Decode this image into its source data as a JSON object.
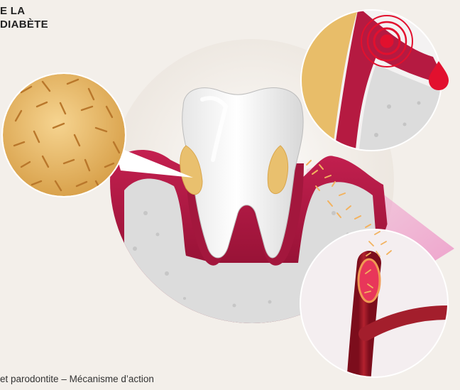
{
  "title": {
    "line1": "E LA",
    "line2": " DIABÈTE"
  },
  "caption": "et parodontite – Mécanisme d’action",
  "colors": {
    "background": "#f3efea",
    "gum": "#b81c45",
    "gum_dark": "#8a0f30",
    "bone": "#d9d9d9",
    "tartar": "#e6b96a",
    "blood": "#e2102e",
    "vessel": "#9c1a28"
  },
  "icons": {
    "plaque": "tartar-deposit-icon",
    "inflammation": "inflammation-target-icon",
    "blood": "blood-drop-icon",
    "vessel": "blood-vessel-icon"
  }
}
